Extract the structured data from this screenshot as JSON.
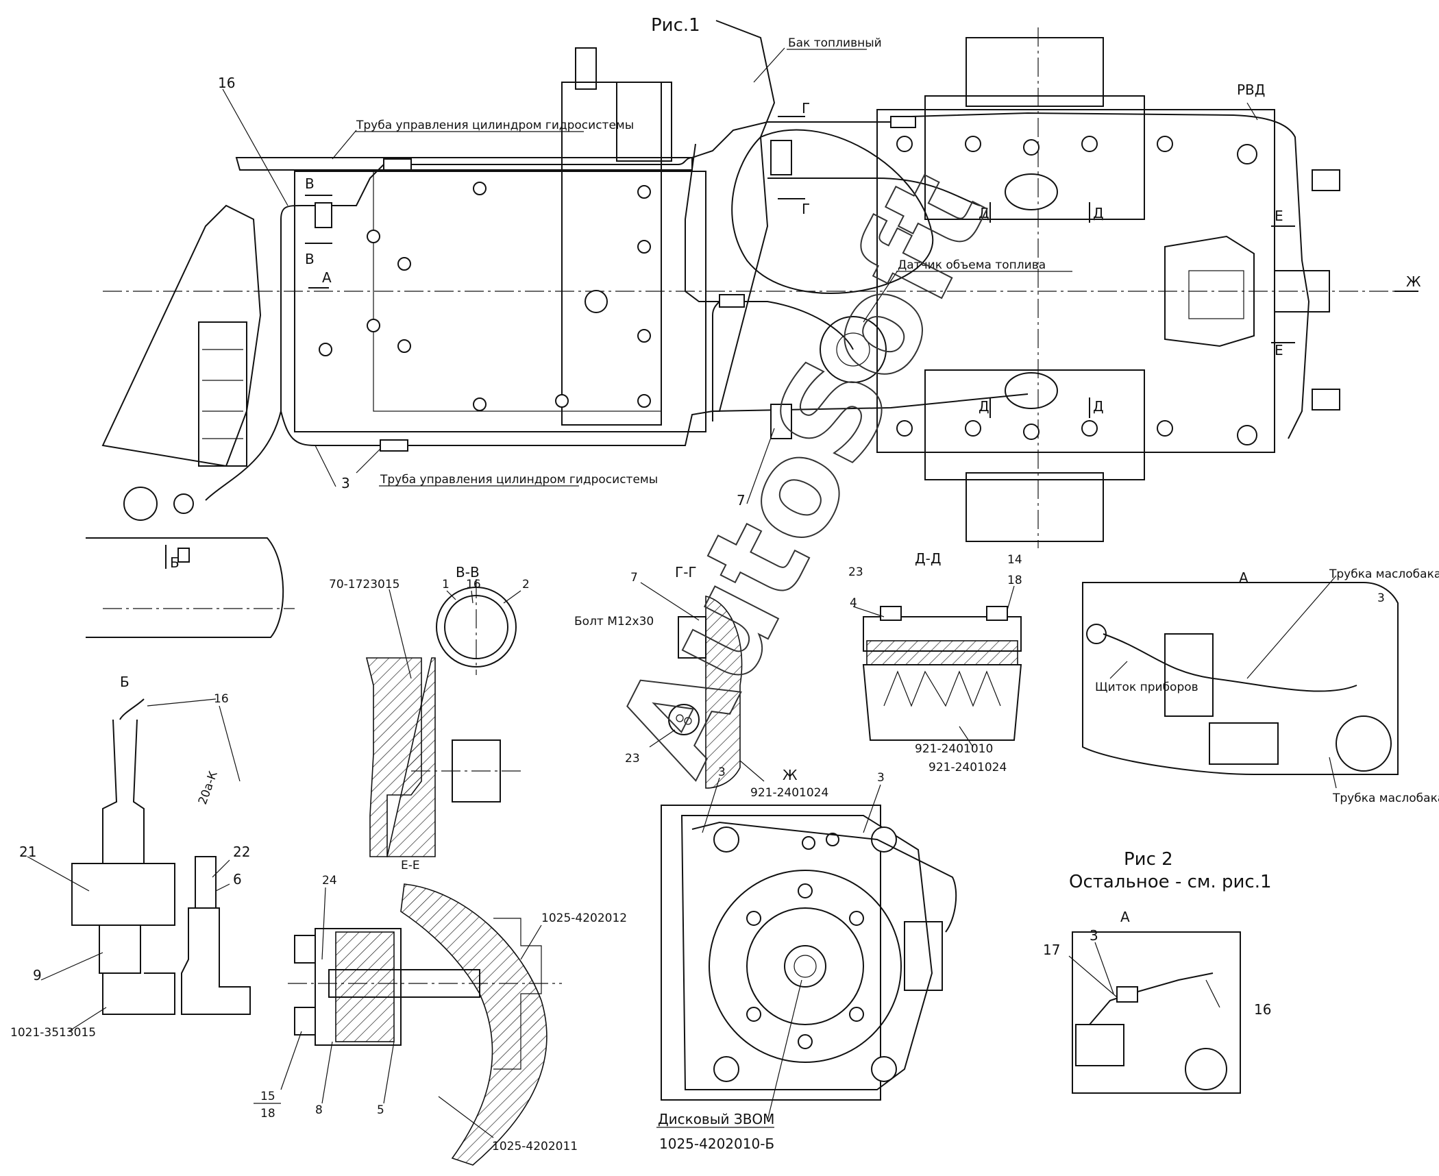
{
  "figures": {
    "fig1_title": "Рис.1",
    "fig2_title": "Рис 2",
    "fig2_note": "Остальное - см. рис.1"
  },
  "callouts": {
    "fuel_tank": "Бак топливный",
    "pipe_cyl_top": "Труба управления цилиндром гидросистемы",
    "pipe_cyl_bottom": "Труба управления цилиндром гидросистемы",
    "fuel_sensor": "Датчик объема топлива",
    "rvd": "РВД",
    "oil_tube_1": "Трубка маслобака",
    "oil_tube_2": "Трубка маслобака",
    "dash_panel": "Щиток приборов",
    "bolt_m12": "Болт М12х30",
    "disc_zvom": "Дисковый ЗВОМ",
    "part_1025_b": "1025-4202010-Б",
    "part_1025_11": "1025-4202011",
    "part_1025_12": "1025-4202012",
    "part_1021": "1021-3513015",
    "part_70": "70-1723015",
    "part_921_24a": "921-2401024",
    "part_921_10": "921-2401010",
    "part_921_24b": "921-2401024",
    "wire_tag": "20а-К"
  },
  "section_labels": {
    "v_top": "В",
    "v_bottom": "В",
    "a_arrow": "А",
    "g_top": "Г",
    "g_bottom": "Г",
    "d1": "Д",
    "d2": "Д",
    "d3": "Д",
    "d4": "Д",
    "e_top": "Е",
    "e_bottom": "Е",
    "zh_arrow": "Ж",
    "b_arrow": "Б",
    "vv": "В-В",
    "gg": "Г-Г",
    "dd": "Д-Д",
    "a_view": "А",
    "a_view2": "А",
    "b_view": "Б",
    "ee": "Е-Е",
    "zh_view": "Ж"
  },
  "numbers": {
    "n16_main": "16",
    "n3_main": "3",
    "n7_main": "7",
    "n1": "1",
    "n16_vv": "16",
    "n2": "2",
    "n7_gg": "7",
    "n23_gg": "23",
    "n23_dd": "23",
    "n4": "4",
    "n14": "14",
    "n18_dd": "18",
    "n3_a": "3",
    "n16_b": "16",
    "n21": "21",
    "n22": "22",
    "n6": "6",
    "n9": "9",
    "n24": "24",
    "n15": "15",
    "n18_ee": "18",
    "n8": "8",
    "n5": "5",
    "n3_zh1": "3",
    "n3_zh2": "3",
    "n3_fig2": "3",
    "n17": "17",
    "n16_fig2": "16"
  },
  "watermark": "AutoSoft",
  "colors": {
    "ink": "#111111",
    "paper": "#ffffff"
  }
}
